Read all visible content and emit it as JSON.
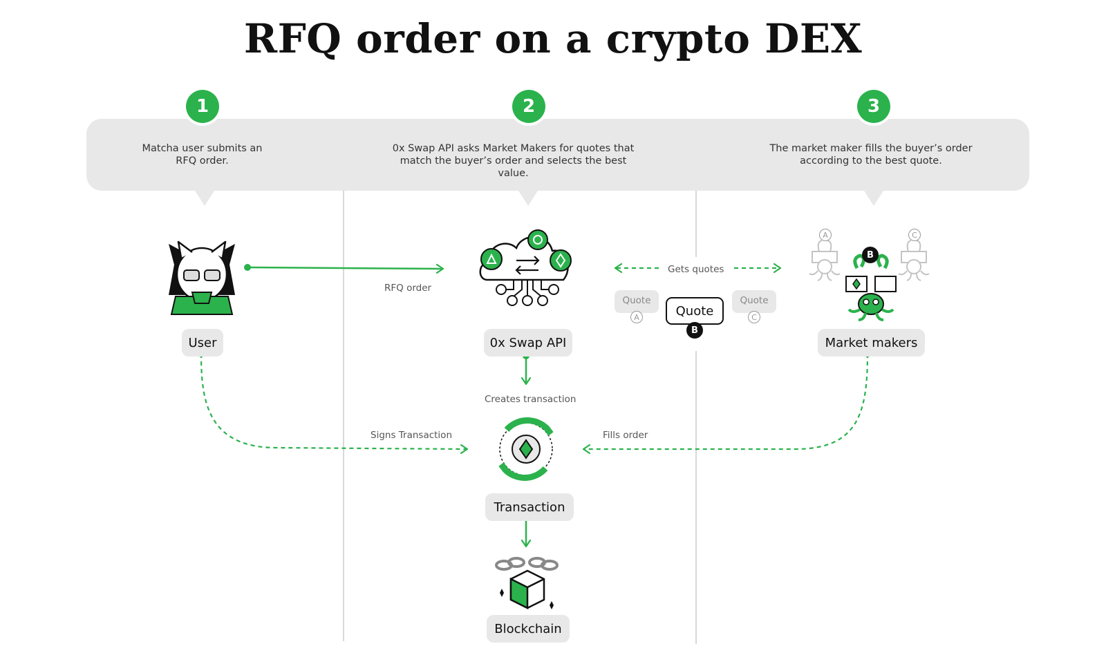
{
  "title": "RFQ order on a crypto DEX",
  "steps": [
    {
      "number": "1",
      "description": "Matcha user submits an RFQ order."
    },
    {
      "number": "2",
      "description": "0x Swap API asks Market Makers for quotes that match the buyer’s order and selects the best value."
    },
    {
      "number": "3",
      "description": "The market maker fills the buyer’s order according to the best quote."
    }
  ],
  "nodes": {
    "user": "User",
    "swap_api": "0x Swap API",
    "market_makers": "Market makers",
    "transaction": "Transaction",
    "blockchain": "Blockchain"
  },
  "edges": {
    "rfq_order": "RFQ order",
    "gets_quotes": "Gets quotes",
    "creates_transaction": "Creates transaction",
    "signs_transaction": "Signs Transaction",
    "fills_order": "Fills order"
  },
  "quotes": {
    "chip_label": "Quote",
    "a": "A",
    "b": "B",
    "c": "C"
  },
  "colors": {
    "accent": "#2bb24c",
    "banner": "#e8e8e9",
    "text": "#111111"
  },
  "icons": {
    "user": "cat-avatar-icon",
    "swap_api": "cloud-exchange-icon",
    "market_makers": "octopus-market-maker-icon",
    "transaction": "ethereum-cycle-icon",
    "blockchain": "chained-block-icon"
  }
}
